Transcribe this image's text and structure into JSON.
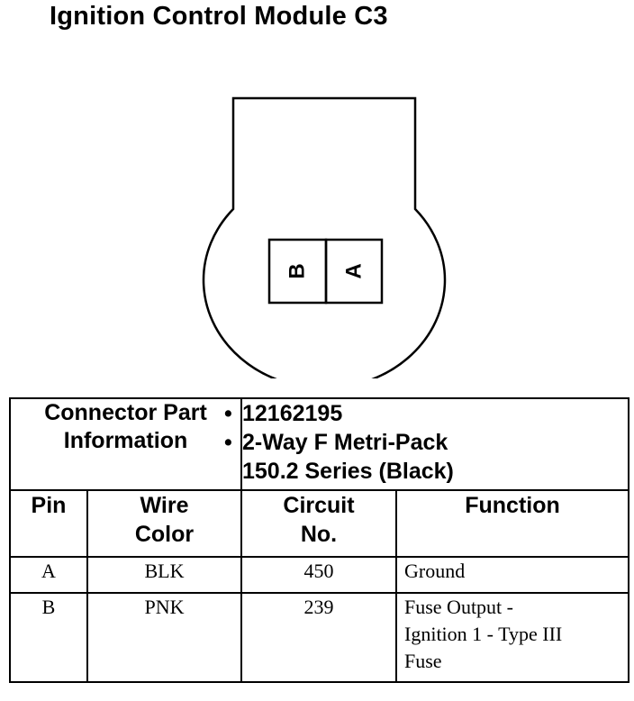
{
  "title": "Ignition Control Module C3",
  "connector": {
    "pins": [
      "B",
      "A"
    ]
  },
  "part_info": {
    "label_line1": "Connector Part",
    "label_line2": "Information",
    "bullet": "•",
    "part_number": "12162195",
    "desc_line1": "2-Way F Metri-Pack",
    "desc_line2": "150.2 Series (Black)"
  },
  "columns": {
    "pin": "Pin",
    "wire_color_1": "Wire",
    "wire_color_2": "Color",
    "circuit_1": "Circuit",
    "circuit_2": "No.",
    "function": "Function"
  },
  "rows": [
    {
      "pin": "A",
      "wire_color": "BLK",
      "circuit": "450",
      "function_lines": [
        "Ground"
      ]
    },
    {
      "pin": "B",
      "wire_color": "PNK",
      "circuit": "239",
      "function_lines": [
        "Fuse Output -",
        "Ignition 1 - Type III",
        "Fuse"
      ]
    }
  ]
}
